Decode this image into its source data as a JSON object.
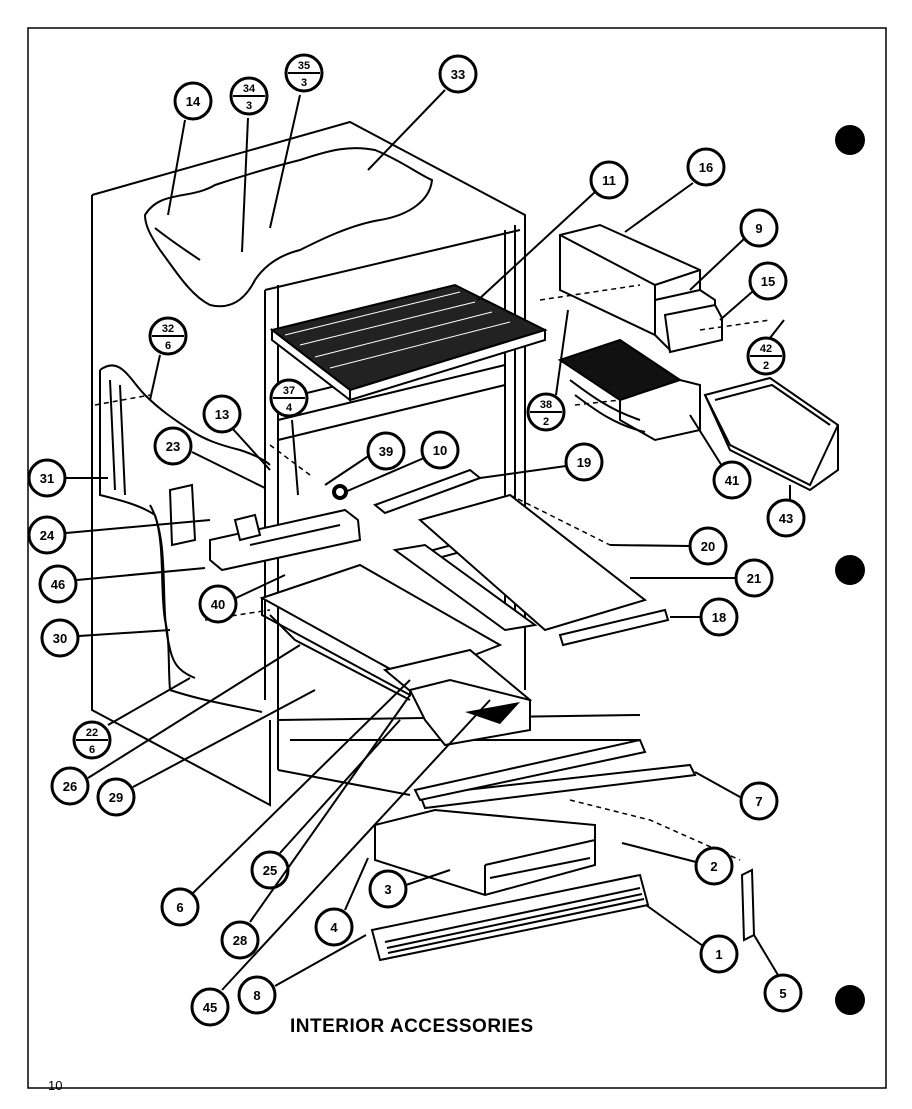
{
  "diagram": {
    "title": "INTERIOR ACCESSORIES",
    "page_number": "10",
    "callouts": [
      {
        "id": "14",
        "top": "14"
      },
      {
        "id": "34-3",
        "top": "34",
        "bottom": "3"
      },
      {
        "id": "35-3",
        "top": "35",
        "bottom": "3"
      },
      {
        "id": "33",
        "top": "33"
      },
      {
        "id": "11",
        "top": "11"
      },
      {
        "id": "16",
        "top": "16"
      },
      {
        "id": "9",
        "top": "9"
      },
      {
        "id": "15",
        "top": "15"
      },
      {
        "id": "42-2",
        "top": "42",
        "bottom": "2"
      },
      {
        "id": "38-2",
        "top": "38",
        "bottom": "2"
      },
      {
        "id": "41",
        "top": "41"
      },
      {
        "id": "43",
        "top": "43"
      },
      {
        "id": "32-6",
        "top": "32",
        "bottom": "6"
      },
      {
        "id": "37-4",
        "top": "37",
        "bottom": "4"
      },
      {
        "id": "13",
        "top": "13"
      },
      {
        "id": "23",
        "top": "23"
      },
      {
        "id": "39",
        "top": "39"
      },
      {
        "id": "10",
        "top": "10"
      },
      {
        "id": "19",
        "top": "19"
      },
      {
        "id": "31",
        "top": "31"
      },
      {
        "id": "24",
        "top": "24"
      },
      {
        "id": "46",
        "top": "46"
      },
      {
        "id": "20",
        "top": "20"
      },
      {
        "id": "21",
        "top": "21"
      },
      {
        "id": "40",
        "top": "40"
      },
      {
        "id": "18",
        "top": "18"
      },
      {
        "id": "30",
        "top": "30"
      },
      {
        "id": "22-6",
        "top": "22",
        "bottom": "6"
      },
      {
        "id": "26",
        "top": "26"
      },
      {
        "id": "29",
        "top": "29"
      },
      {
        "id": "7",
        "top": "7"
      },
      {
        "id": "2",
        "top": "2"
      },
      {
        "id": "6",
        "top": "6"
      },
      {
        "id": "25",
        "top": "25"
      },
      {
        "id": "3",
        "top": "3"
      },
      {
        "id": "28",
        "top": "28"
      },
      {
        "id": "4",
        "top": "4"
      },
      {
        "id": "1",
        "top": "1"
      },
      {
        "id": "5",
        "top": "5"
      },
      {
        "id": "45",
        "top": "45"
      },
      {
        "id": "8",
        "top": "8"
      }
    ]
  }
}
